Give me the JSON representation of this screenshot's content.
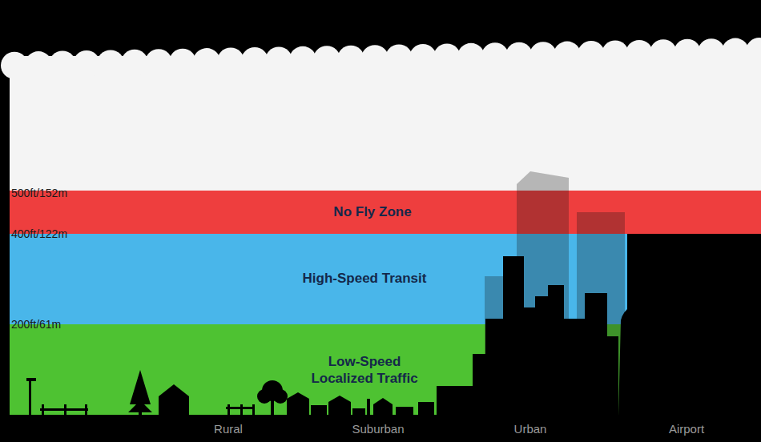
{
  "diagram": {
    "nodes": [
      {
        "text": [
          "No Fly Zone"
        ]
      },
      {
        "text": [
          "High-Speed Transit"
        ]
      },
      {
        "text": [
          "Low-Speed Localized Traffic"
        ]
      }
    ],
    "labels": [
      "500ft/152m",
      "400ft/122m",
      "200ft/61m",
      "Rural",
      "Suburban",
      "Urban",
      "Airport"
    ]
  }
}
